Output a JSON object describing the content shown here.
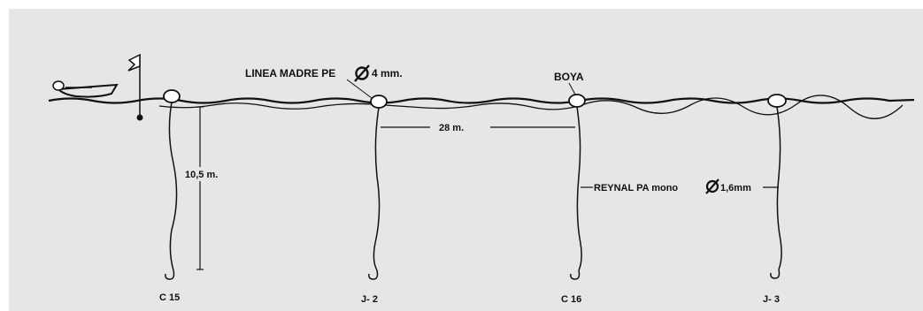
{
  "labels": {
    "main_line": "LINEA MADRE PE",
    "main_line_diameter": "4 mm.",
    "buoy": "BOYA",
    "spacing": "28 m.",
    "depth": "10,5 m.",
    "branch_line": "REYNAL PA mono",
    "branch_line_diameter": "1,6mm"
  },
  "stations": [
    {
      "code": "C 15"
    },
    {
      "code": "J- 2"
    },
    {
      "code": "C 16"
    },
    {
      "code": "J- 3"
    }
  ],
  "icons": [
    "boat-icon",
    "flag-icon",
    "buoy-icon",
    "hook-icon",
    "diameter-symbol-icon"
  ]
}
